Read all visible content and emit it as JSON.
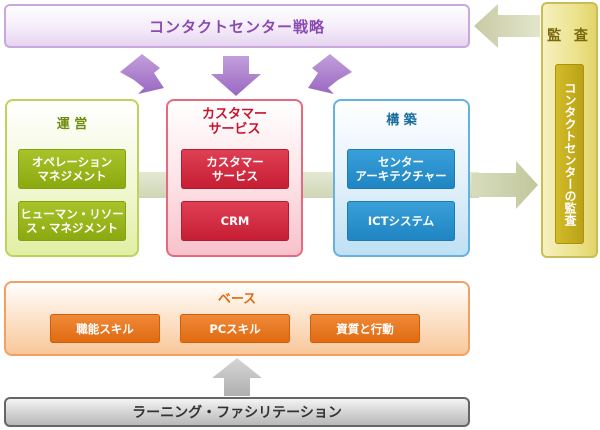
{
  "strategy": {
    "label": "コンタクトセンター戦略"
  },
  "audit": {
    "title": "監 査",
    "inner": "コンタクトセンターの監査"
  },
  "operations": {
    "title": "運 営",
    "items": [
      "オペレーション\nマネジメント",
      "ヒューマン・リソー\nス・マネジメント"
    ]
  },
  "customer_service": {
    "title": "カスタマー\nサービス",
    "items": [
      "カスタマー\nサービス",
      "CRM"
    ]
  },
  "construction": {
    "title": "構 築",
    "items": [
      "センター\nアーキテクチャー",
      "ICTシステム"
    ]
  },
  "base": {
    "title": "ベース",
    "items": [
      "職能スキル",
      "PCスキル",
      "資質と行動"
    ]
  },
  "learning": {
    "label": "ラーニング・ファシリテーション"
  },
  "colors": {
    "strategy": "#8a4bb0",
    "audit": "#d3bc2a",
    "operations": "#8aa80f",
    "customer_service": "#c51d33",
    "construction": "#1f85c2",
    "base": "#e06a10",
    "learning": "#333333"
  }
}
